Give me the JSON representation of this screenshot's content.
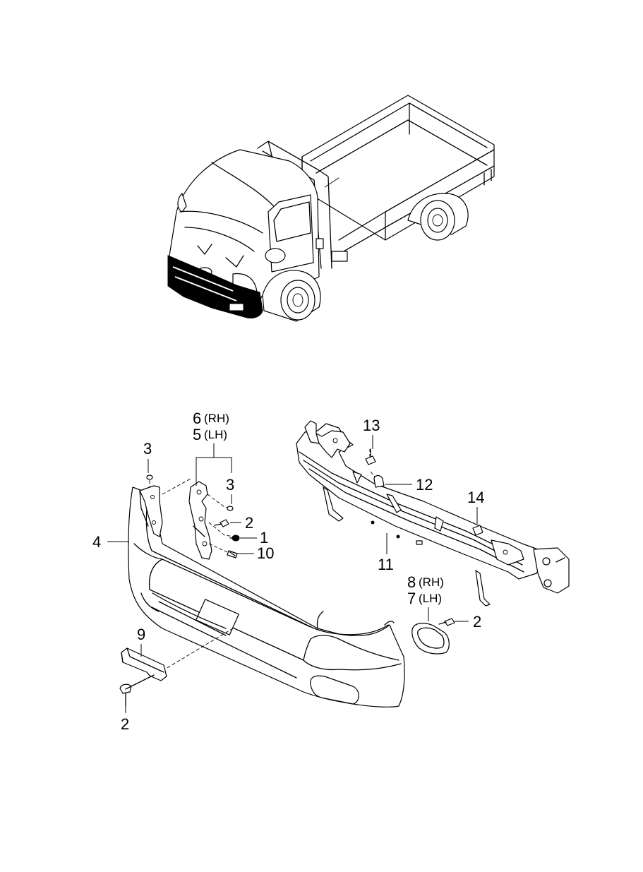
{
  "callouts": {
    "c1": "1",
    "c2a": "2",
    "c2b": "2",
    "c2c": "2",
    "c3a": "3",
    "c3b": "3",
    "c4": "4",
    "c5": "5",
    "c5_side": "(LH)",
    "c6": "6",
    "c6_side": "(RH)",
    "c7": "7",
    "c7_side": "(LH)",
    "c8": "8",
    "c8_side": "(RH)",
    "c9": "9",
    "c10": "10",
    "c11": "11",
    "c12": "12",
    "c13": "13",
    "c14": "14"
  },
  "colors": {
    "line": "#000000",
    "background": "#ffffff"
  }
}
